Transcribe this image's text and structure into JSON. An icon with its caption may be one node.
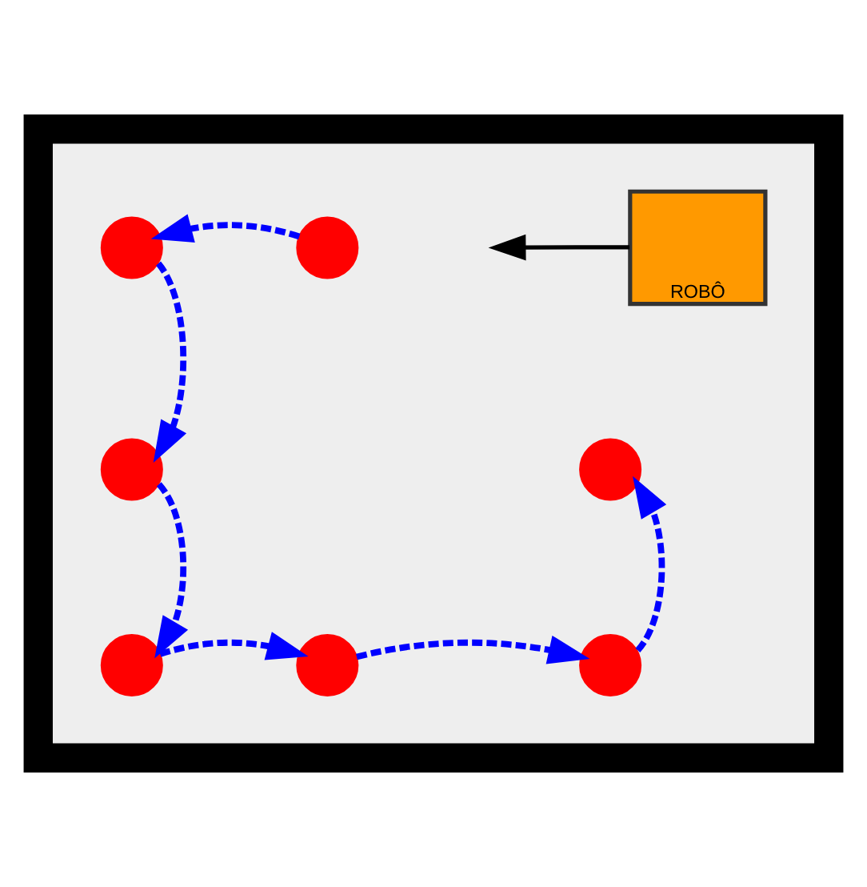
{
  "diagram": {
    "nodes": [
      {
        "text": [],
        "shape": "box"
      },
      {
        "text": [
          "ROBÔ"
        ],
        "in": 0
      },
      {
        "text": [],
        "shape": "circle",
        "in": 0
      },
      {
        "text": [],
        "shape": "circle",
        "in": 0
      },
      {
        "text": [],
        "shape": "circle",
        "in": 0
      },
      {
        "text": [],
        "shape": "circle",
        "in": 0
      },
      {
        "text": [],
        "shape": "circle",
        "in": 0
      },
      {
        "text": [],
        "shape": "circle",
        "in": 0
      },
      {
        "text": [],
        "shape": "circle",
        "in": 0
      }
    ],
    "edges": [
      {
        "from": 1,
        "to": null,
        "arrow": "to",
        "color": "#000000"
      },
      {
        "from": 3,
        "to": 2,
        "arrow": "to",
        "style": "dashed"
      },
      {
        "from": 2,
        "to": 4,
        "arrow": "to",
        "style": "dashed"
      },
      {
        "from": 4,
        "to": 6,
        "arrow": "to",
        "style": "dashed"
      },
      {
        "from": 6,
        "to": 7,
        "arrow": "to",
        "style": "dashed"
      },
      {
        "from": 7,
        "to": 8,
        "arrow": "to",
        "style": "dashed"
      },
      {
        "from": 8,
        "to": 5,
        "arrow": "to",
        "style": "dashed"
      }
    ]
  }
}
